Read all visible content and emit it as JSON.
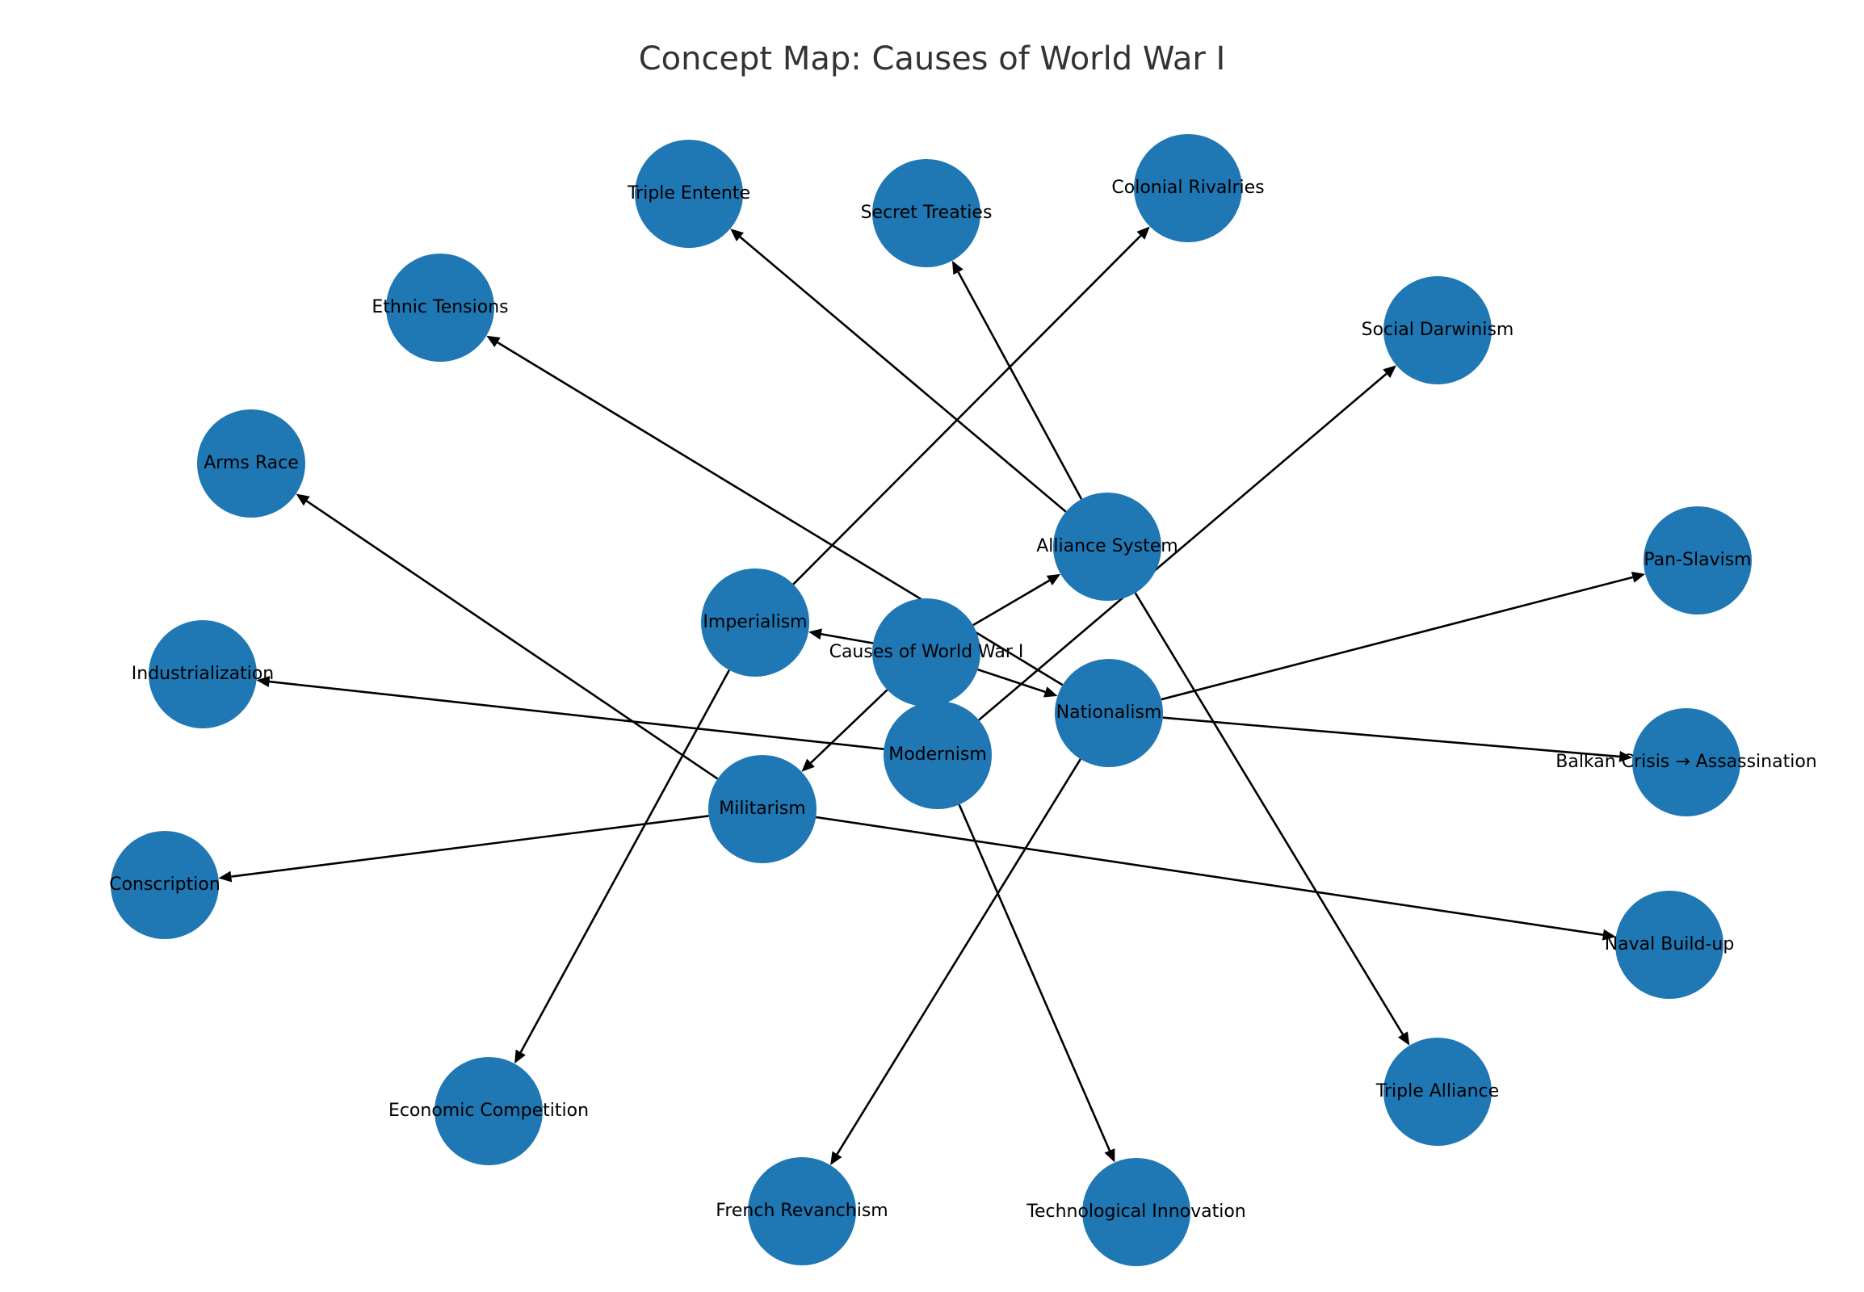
{
  "diagram": {
    "title": "Concept Map: Causes of World War I",
    "node_color": "#1f77b4",
    "edge_color": "#000000",
    "nodes": [
      {
        "id": "causes",
        "label": "Causes of World War I"
      },
      {
        "id": "alliance",
        "label": "Alliance System"
      },
      {
        "id": "nationalism",
        "label": "Nationalism"
      },
      {
        "id": "imperialism",
        "label": "Imperialism"
      },
      {
        "id": "militarism",
        "label": "Militarism"
      },
      {
        "id": "modernism",
        "label": "Modernism"
      },
      {
        "id": "triple-entente",
        "label": "Triple Entente"
      },
      {
        "id": "secret-treaties",
        "label": "Secret Treaties"
      },
      {
        "id": "colonial-rivalries",
        "label": "Colonial Rivalries"
      },
      {
        "id": "ethnic-tensions",
        "label": "Ethnic Tensions"
      },
      {
        "id": "social-darwinism",
        "label": "Social Darwinism"
      },
      {
        "id": "arms-race",
        "label": "Arms Race"
      },
      {
        "id": "pan-slavism",
        "label": "Pan-Slavism"
      },
      {
        "id": "industrialization",
        "label": "Industrialization"
      },
      {
        "id": "balkan-crisis",
        "label": "Balkan Crisis → Assassination"
      },
      {
        "id": "conscription",
        "label": "Conscription"
      },
      {
        "id": "naval-build-up",
        "label": "Naval Build-up"
      },
      {
        "id": "economic-competition",
        "label": "Economic Competition"
      },
      {
        "id": "triple-alliance",
        "label": "Triple Alliance"
      },
      {
        "id": "french-revanchism",
        "label": "French Revanchism"
      },
      {
        "id": "technological-innovation",
        "label": "Technological Innovation"
      }
    ],
    "edges": [
      {
        "from": "causes",
        "to": "alliance"
      },
      {
        "from": "causes",
        "to": "nationalism"
      },
      {
        "from": "causes",
        "to": "imperialism"
      },
      {
        "from": "causes",
        "to": "militarism"
      },
      {
        "from": "alliance",
        "to": "triple-entente"
      },
      {
        "from": "alliance",
        "to": "secret-treaties"
      },
      {
        "from": "alliance",
        "to": "triple-alliance"
      },
      {
        "from": "nationalism",
        "to": "ethnic-tensions"
      },
      {
        "from": "nationalism",
        "to": "pan-slavism"
      },
      {
        "from": "nationalism",
        "to": "balkan-crisis"
      },
      {
        "from": "nationalism",
        "to": "french-revanchism"
      },
      {
        "from": "imperialism",
        "to": "colonial-rivalries"
      },
      {
        "from": "imperialism",
        "to": "economic-competition"
      },
      {
        "from": "militarism",
        "to": "arms-race"
      },
      {
        "from": "militarism",
        "to": "conscription"
      },
      {
        "from": "militarism",
        "to": "naval-build-up"
      },
      {
        "from": "modernism",
        "to": "social-darwinism"
      },
      {
        "from": "modernism",
        "to": "industrialization"
      },
      {
        "from": "modernism",
        "to": "technological-innovation"
      }
    ]
  }
}
